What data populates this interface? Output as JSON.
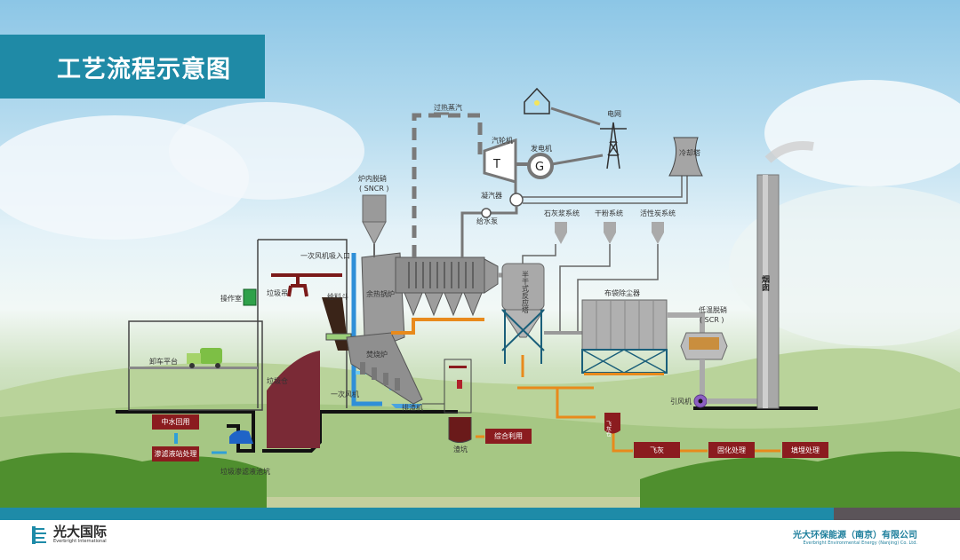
{
  "title": "工艺流程示意图",
  "colors": {
    "brand_teal": "#1f8aa6",
    "footer_gray": "#5b5459",
    "process_box": "#8b1c1f",
    "flow_orange": "#e88a1c",
    "water_blue": "#2f9fd8",
    "steel_gray": "#8a8a8a"
  },
  "labels": {
    "superheated_steam": "过热蒸汽",
    "turbine": "汽轮机",
    "turbine_symbol": "T",
    "generator": "发电机",
    "generator_symbol": "G",
    "grid": "电网",
    "cooling_tower": "冷却塔",
    "condenser": "凝汽器",
    "feed_pump": "给水泵",
    "sncr_line1": "炉内脱硝",
    "sncr_line2": "( SNCR )",
    "lime_slurry": "石灰浆系统",
    "dry_powder": "干粉系统",
    "activated_carbon": "活性炭系统",
    "primary_air_inlet": "一次风机吸入口",
    "waste_heat_boiler": "余热锅炉",
    "semi_dry_tower": "半干式反应塔",
    "bag_filter": "布袋除尘器",
    "scr_line1": "低温脱硝",
    "scr_line2": "( SCR )",
    "chimney": "烟囱",
    "id_fan": "引风机",
    "control_room": "操作室",
    "crane": "垃圾吊",
    "feed_hopper": "给料斗",
    "unloading_platform": "卸车平台",
    "waste_bunker": "垃圾仓",
    "incinerator": "焚烧炉",
    "primary_fan": "一次风机",
    "slag_extractor": "排渣机",
    "slag_pit": "渣坑",
    "leachate_pit": "垃圾渗滤液池坑",
    "fly_ash_silo": "飞灰仓"
  },
  "process_boxes": {
    "water_reuse": "中水回用",
    "leachate_treatment": "渗滤液站处理",
    "comprehensive_use": "综合利用",
    "fly_ash": "飞灰",
    "solidification": "固化处理",
    "landfill": "填埋处理"
  },
  "footer": {
    "logo_cn": "光大国际",
    "logo_en": "Everbright International",
    "company_cn": "光大环保能源（南京）有限公司",
    "company_en": "Everbright Environmental Energy (Nanjing) Co. Ltd."
  }
}
